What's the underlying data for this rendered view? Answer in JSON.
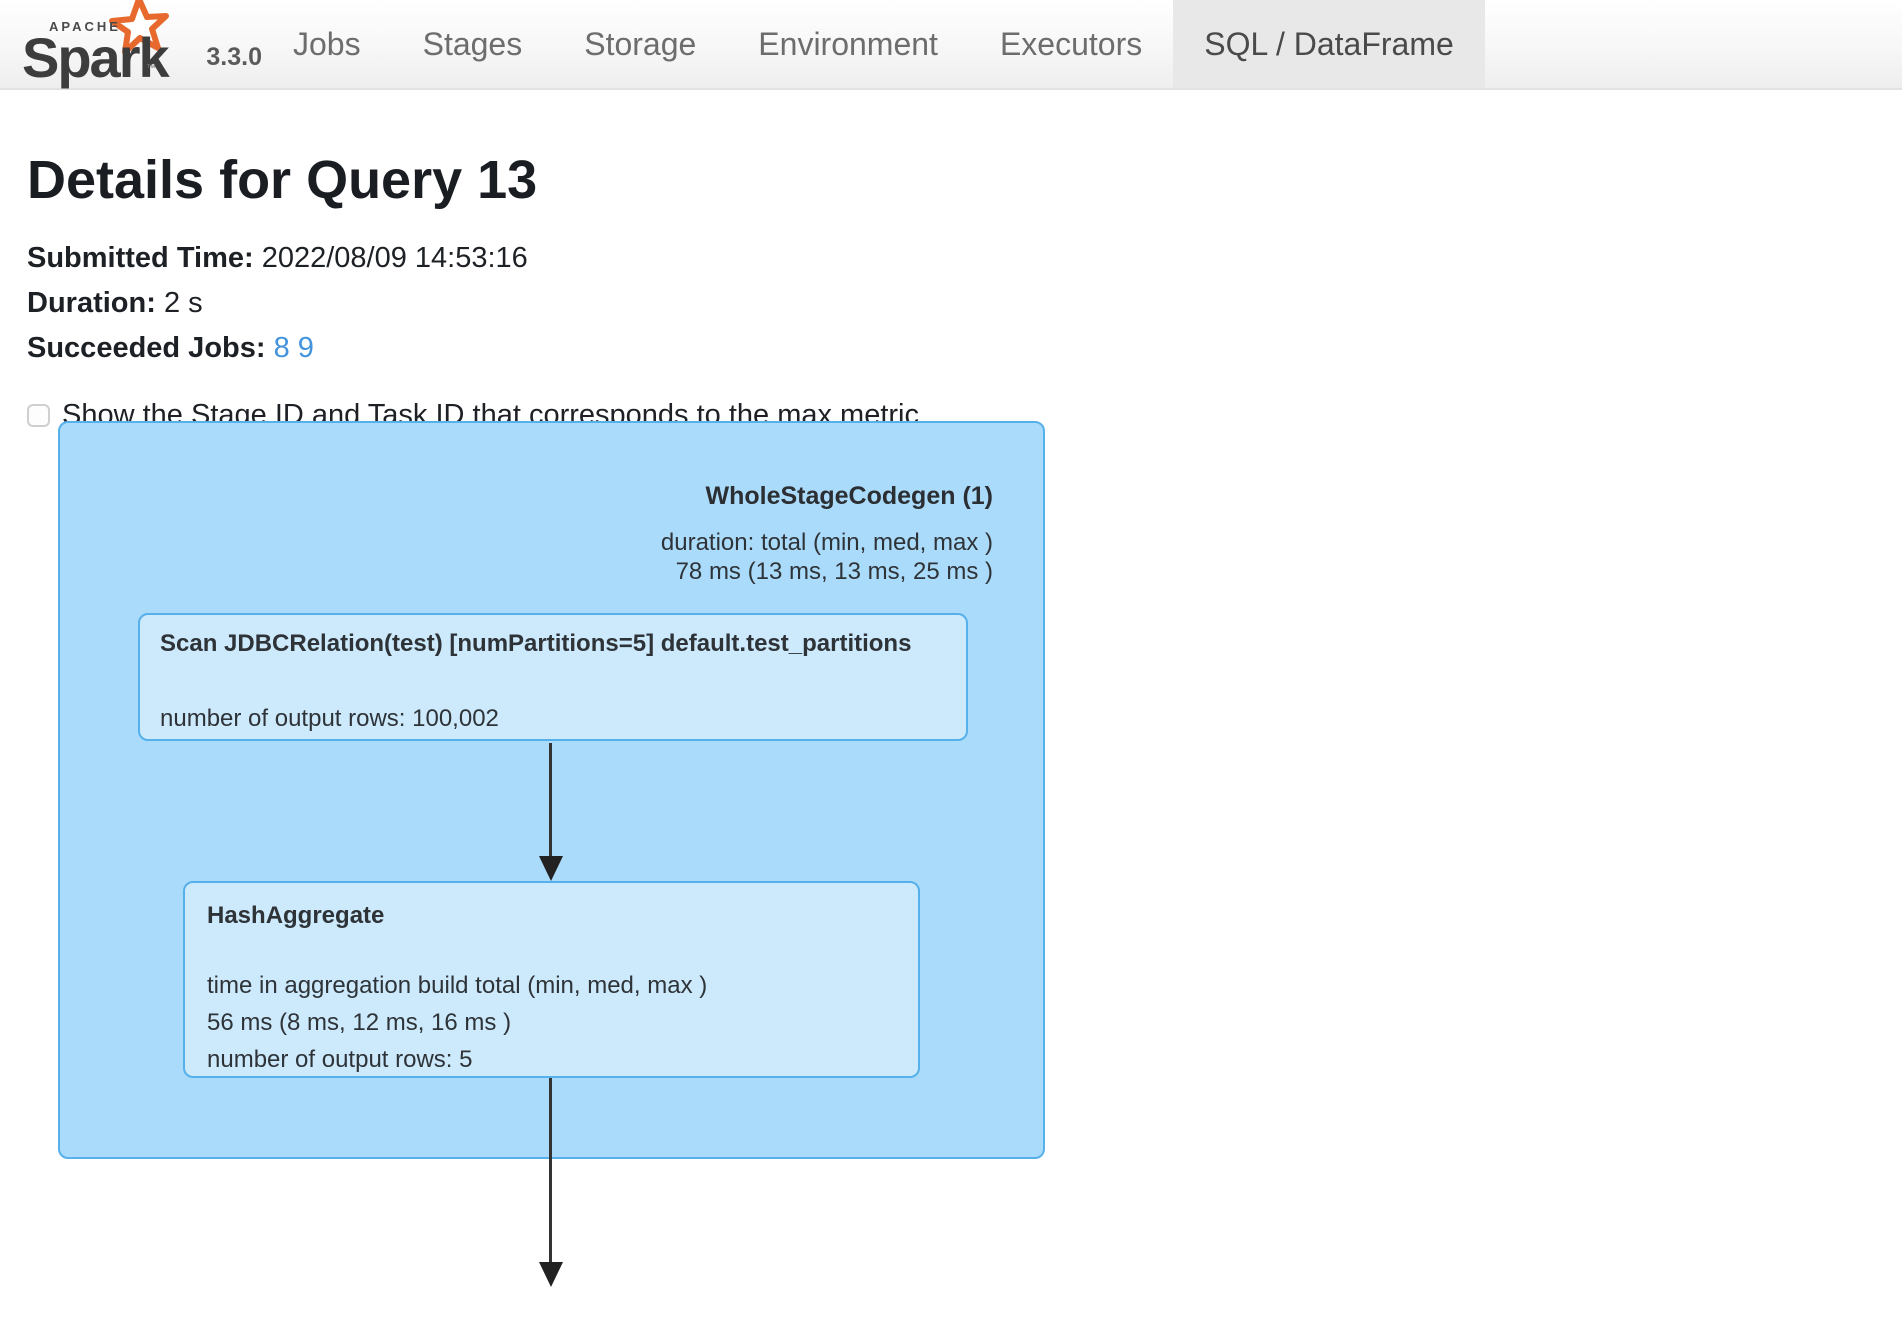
{
  "navbar": {
    "logo": {
      "apache": "APACHE",
      "name": "Spark",
      "trademark": "™",
      "version": "3.3.0"
    },
    "tabs": [
      {
        "label": "Jobs",
        "active": false
      },
      {
        "label": "Stages",
        "active": false
      },
      {
        "label": "Storage",
        "active": false
      },
      {
        "label": "Environment",
        "active": false
      },
      {
        "label": "Executors",
        "active": false
      },
      {
        "label": "SQL / DataFrame",
        "active": true
      }
    ]
  },
  "page": {
    "title": "Details for Query 13",
    "submitted_label": "Submitted Time:",
    "submitted_value": "2022/08/09 14:53:16",
    "duration_label": "Duration:",
    "duration_value": "2 s",
    "jobs_label": "Succeeded Jobs:",
    "job_links": [
      "8",
      "9"
    ],
    "checkbox_label": "Show the Stage ID and Task ID that corresponds to the max metric",
    "checkbox_checked": false
  },
  "plan": {
    "cluster": {
      "title": "WholeStageCodegen (1)",
      "metric_lines": [
        "duration: total (min, med, max )",
        "78 ms (13 ms, 13 ms, 25 ms )"
      ]
    },
    "nodes": [
      {
        "title": "Scan JDBCRelation(test) [numPartitions=5] default.test_partitions",
        "metric_lines": [
          "number of output rows: 100,002"
        ]
      },
      {
        "title": "HashAggregate",
        "metric_lines": [
          "time in aggregation build total (min, med, max )",
          "56 ms (8 ms, 12 ms, 16 ms )",
          "number of output rows: 5"
        ]
      }
    ]
  },
  "colors": {
    "cluster_fill": "#ABDBFA",
    "node_fill": "#CDE9FC",
    "plan_border": "#56B0EA",
    "link_blue": "#4393DD",
    "active_tab_bg": "#E8E8E8",
    "nav_text": "#6D6D6D",
    "spark_orange": "#E8692D",
    "arrow": "#333333"
  }
}
